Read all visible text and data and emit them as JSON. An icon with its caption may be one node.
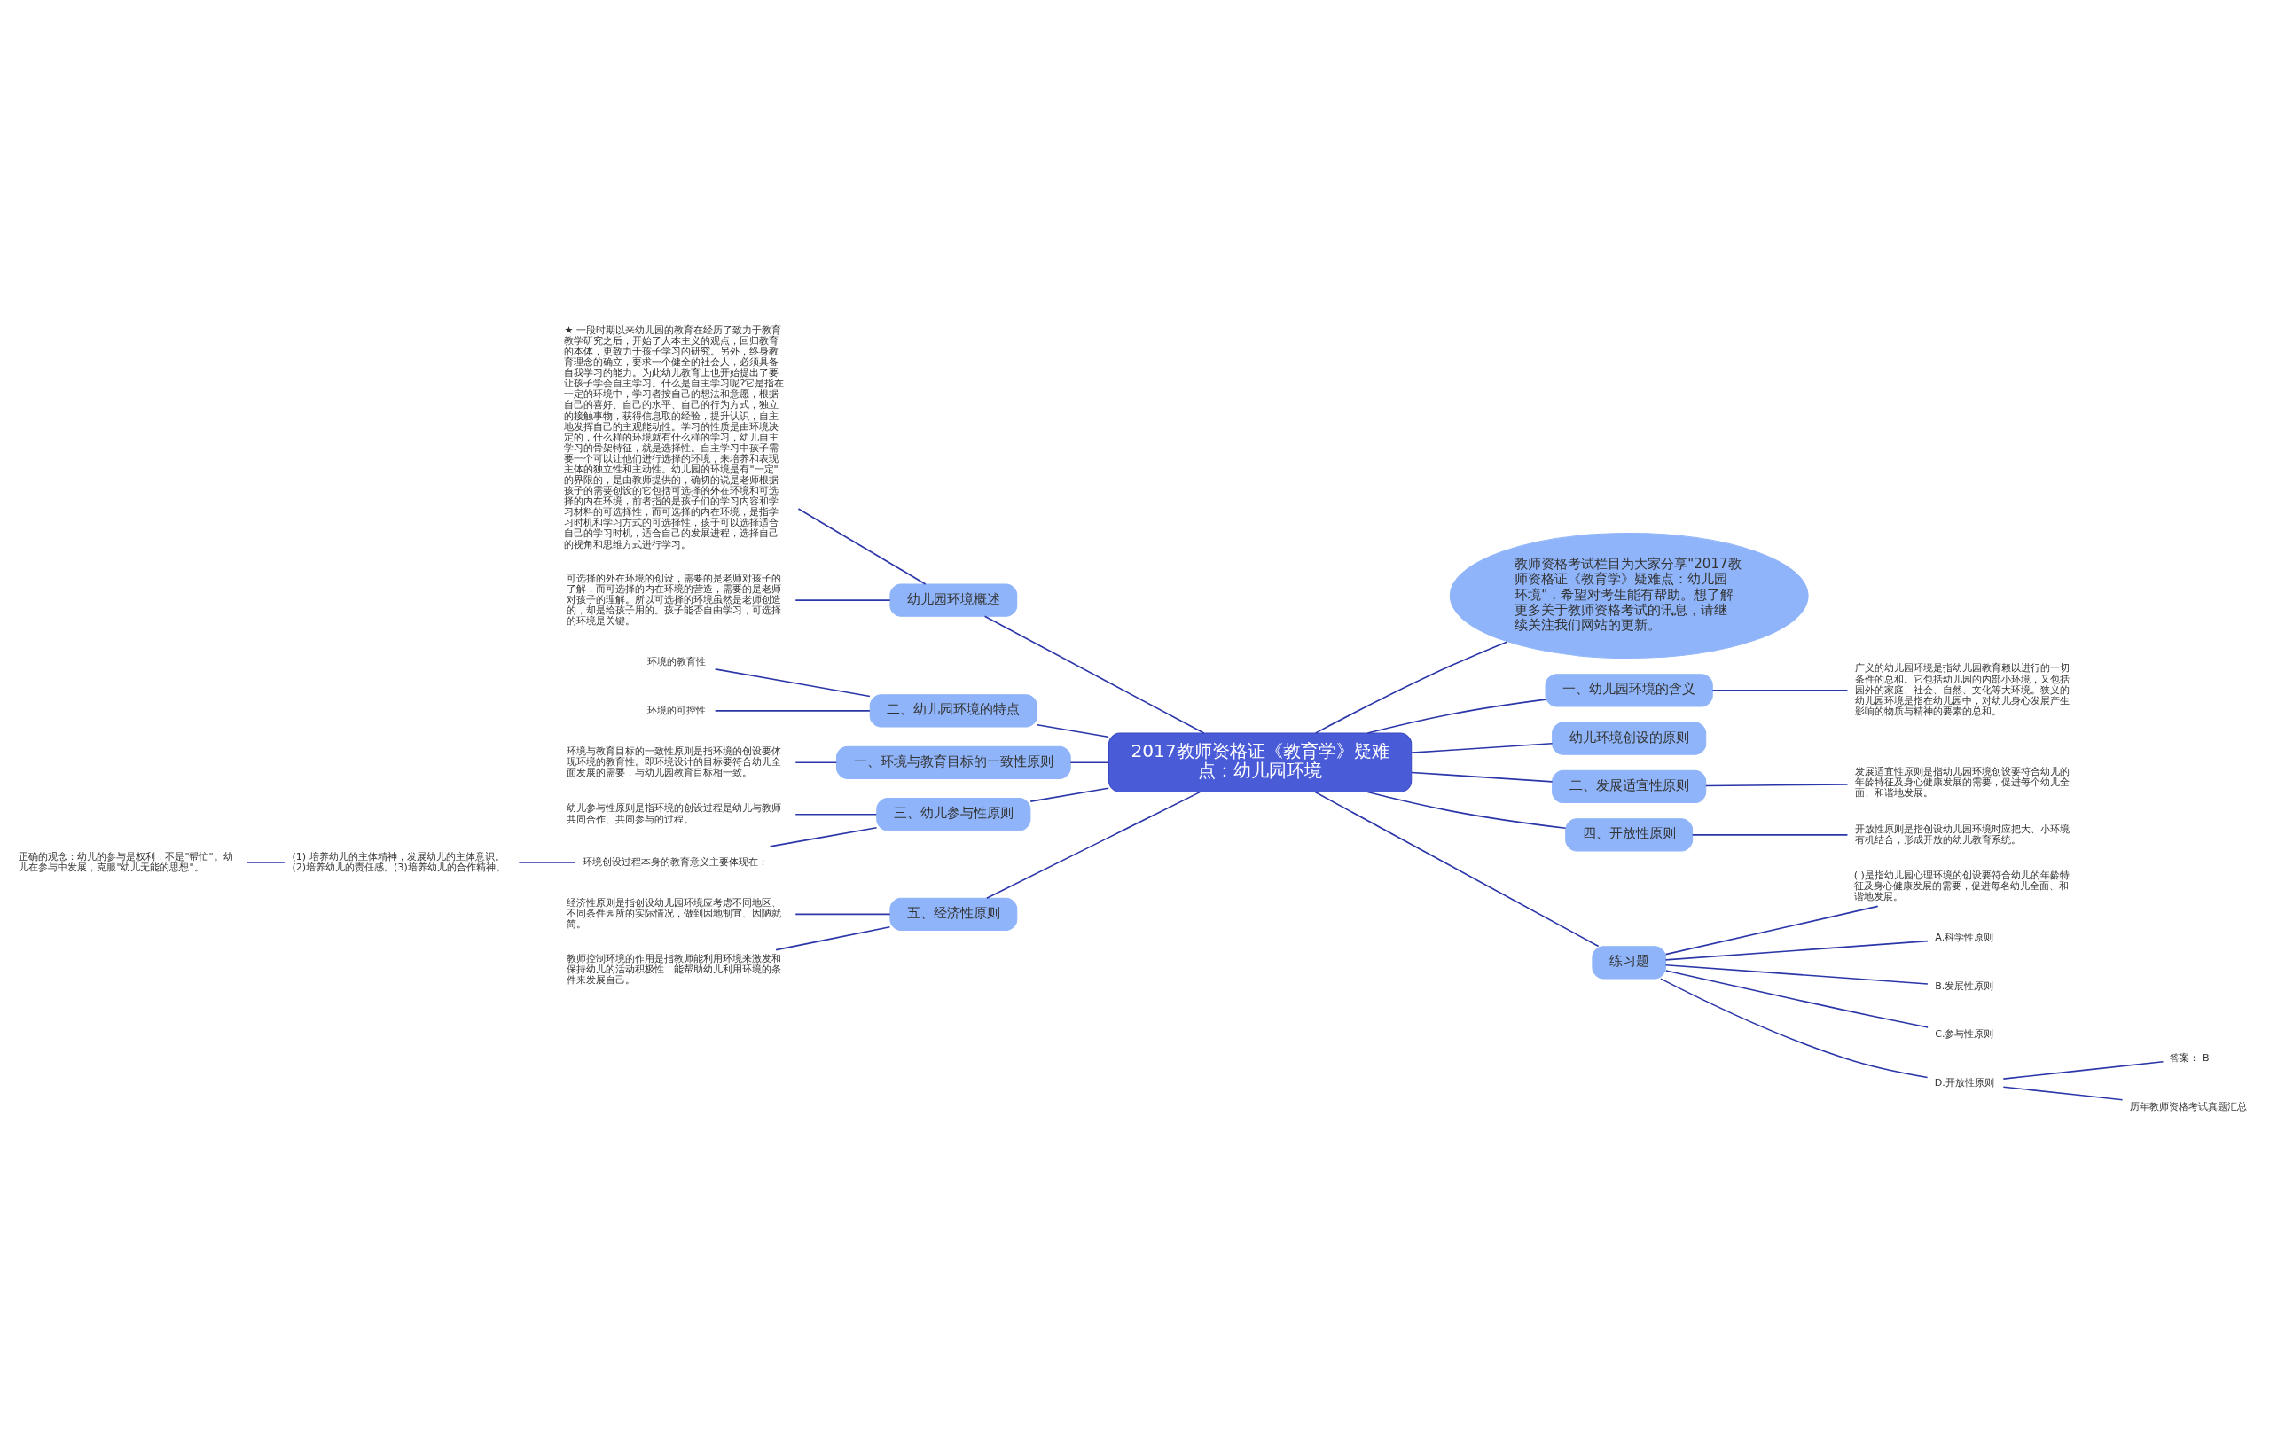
{
  "diagram": {
    "nodes": [
      {
        "text": [
          "2017教师资格证《教育学》疑难点：幼儿园环境"
        ]
      },
      {
        "text": [
          "幼儿园环境概述"
        ]
      },
      {
        "text": [
          "★ 一段时期以来幼儿园的教育在经历了致力于教育教学研究之后，开始了人本主义的观点，回归教育的本体，更致力于孩子学习的研究。另外，终身教育理念的确立，要求一个健全的社会人，必须具备自我学习的能力。为此幼儿教育上也开始提出了要让孩子学会自主学习。什么是自主学习呢?它是指在一定的环境中，学习者按自己的想法和意愿，根据自己的喜好、自己的水平、自己的行为方式，独立的接触事物，获得信息取的经验，提升认识，自主地发挥自己的主观能动性。学习的性质是由环境决定的，什么样的环境就有什么样的学习，幼儿自主学习的骨架特征，就是选择性。自主学习中孩子需要一个可以让他们进行选择的环境，来培养和表现主体的独立性和主动性。幼儿园的环境是有\"一定\"的界限的，是由教师提供的，确切的说是老师根据孩子的需要创设的它包括可选择的外在环境和可选择的内在环境，前者指的是孩子们的学习内容和学习材料的可选择性，而可选择的内在环境，是指学习时机和学习方式的可选择性，孩子可以选择适合自己的学习时机，适合自己的发展进程，选择自己的视角和思维方式进行学习。"
        ]
      },
      {
        "text": [
          "可选择的外在环境的创设，需要的是老师对孩子的了解，而可选择的内在环境的营造，需要的是老师对孩子的理解。所以可选择的环境虽然是老师创造的，却是给孩子用的。孩子能否自由学习，可选择的环境是关键。"
        ]
      },
      {
        "text": [
          "二、幼儿园环境的特点"
        ]
      },
      {
        "text": [
          "环境的教育性"
        ]
      },
      {
        "text": [
          "环境的可控性"
        ]
      },
      {
        "text": [
          "一、环境与教育目标的一致性原则"
        ]
      },
      {
        "text": [
          "环境与教育目标的一致性原则是指环境的创设要体现环境的教育性。即环境设计的目标要符合幼儿全面发展的需要，与幼儿园教育目标相一致。"
        ]
      },
      {
        "text": [
          "三、幼儿参与性原则"
        ]
      },
      {
        "text": [
          "幼儿参与性原则是指环境的创设过程是幼儿与教师共同合作、共同参与的过程。"
        ]
      },
      {
        "text": [
          "环境创设过程本身的教育意义主要体现在："
        ]
      },
      {
        "text": [
          "(1) 培养幼儿的主体精神，发展幼儿的主体意识。(2)培养幼儿的责任感。(3)培养幼儿的合作精神。"
        ]
      },
      {
        "text": [
          "正确的观念：幼儿的参与是权利，不是\"帮忙\"。幼儿在参与中发展，克服\"幼儿无能的思想\"。"
        ]
      },
      {
        "text": [
          "五、经济性原则"
        ]
      },
      {
        "text": [
          "经济性原则是指创设幼儿园环境应考虑不同地区、不同条件园所的实际情况，做到因地制宜、因陋就简。"
        ]
      },
      {
        "text": [
          "教师控制环境的作用是指教师能利用环境来激发和保持幼儿的活动积极性，能帮助幼儿利用环境的条件来发展自己。"
        ]
      },
      {
        "text": [
          "教师资格考试栏目为大家分享\"2017教师资格证《教育学》疑难点：幼儿园环境\"，希望对考生能有帮助。想了解更多关于教师资格考试的讯息，请继续关注我们网站的更新。"
        ]
      },
      {
        "text": [
          "一、幼儿园环境的含义"
        ]
      },
      {
        "text": [
          "广义的幼儿园环境是指幼儿园教育赖以进行的一切条件的总和。它包括幼儿园的内部小环境，又包括园外的家庭、社会、自然、文化等大环境。狭义的幼儿园环境是指在幼儿园中，对幼儿身心发展产生影响的物质与精神的要素的总和。"
        ]
      },
      {
        "text": [
          "幼儿环境创设的原则"
        ]
      },
      {
        "text": [
          "二、发展适宜性原则"
        ]
      },
      {
        "text": [
          "发展适宜性原则是指幼儿园环境创设要符合幼儿的年龄特征及身心健康发展的需要，促进每个幼儿全面、和谐地发展。"
        ]
      },
      {
        "text": [
          "四、开放性原则"
        ]
      },
      {
        "text": [
          "开放性原则是指创设幼儿园环境时应把大、小环境有机结合，形成开放的幼儿教育系统。"
        ]
      },
      {
        "text": [
          "练习题"
        ]
      },
      {
        "text": [
          "( )是指幼儿园心理环境的创设要符合幼儿的年龄特征及身心健康发展的需要，促进每名幼儿全面、和谐地发展。"
        ]
      },
      {
        "text": [
          "A.科学性原则"
        ]
      },
      {
        "text": [
          "B.发展性原则"
        ]
      },
      {
        "text": [
          "C.参与性原则"
        ]
      },
      {
        "text": [
          "D.开放性原则"
        ]
      },
      {
        "text": [
          "答案： B"
        ]
      },
      {
        "text": [
          "历年教师资格考试真题汇总"
        ]
      }
    ],
    "edges": [
      {
        "from": 0,
        "to": 1,
        "arrow": "none"
      },
      {
        "from": 1,
        "to": 2,
        "arrow": "none"
      },
      {
        "from": 1,
        "to": 3,
        "arrow": "none"
      },
      {
        "from": 0,
        "to": 4,
        "arrow": "none"
      },
      {
        "from": 4,
        "to": 5,
        "arrow": "none"
      },
      {
        "from": 4,
        "to": 6,
        "arrow": "none"
      },
      {
        "from": 0,
        "to": 7,
        "arrow": "none"
      },
      {
        "from": 7,
        "to": 8,
        "arrow": "none"
      },
      {
        "from": 0,
        "to": 9,
        "arrow": "none"
      },
      {
        "from": 9,
        "to": 10,
        "arrow": "none"
      },
      {
        "from": 9,
        "to": 11,
        "arrow": "none"
      },
      {
        "from": 11,
        "to": 12,
        "arrow": "none"
      },
      {
        "from": 12,
        "to": 13,
        "arrow": "none"
      },
      {
        "from": 0,
        "to": 14,
        "arrow": "none"
      },
      {
        "from": 14,
        "to": 15,
        "arrow": "none"
      },
      {
        "from": 14,
        "to": 16,
        "arrow": "none"
      },
      {
        "from": 0,
        "to": 17,
        "arrow": "none"
      },
      {
        "from": 0,
        "to": 18,
        "arrow": "none"
      },
      {
        "from": 18,
        "to": 19,
        "arrow": "none"
      },
      {
        "from": 0,
        "to": 20,
        "arrow": "none"
      },
      {
        "from": 0,
        "to": 21,
        "arrow": "none"
      },
      {
        "from": 21,
        "to": 22,
        "arrow": "none"
      },
      {
        "from": 0,
        "to": 23,
        "arrow": "none"
      },
      {
        "from": 23,
        "to": 24,
        "arrow": "none"
      },
      {
        "from": 0,
        "to": 25,
        "arrow": "none"
      },
      {
        "from": 25,
        "to": 26,
        "arrow": "none"
      },
      {
        "from": 25,
        "to": 27,
        "arrow": "none"
      },
      {
        "from": 25,
        "to": 28,
        "arrow": "none"
      },
      {
        "from": 25,
        "to": 29,
        "arrow": "none"
      },
      {
        "from": 25,
        "to": 30,
        "arrow": "none"
      },
      {
        "from": 30,
        "to": 31,
        "arrow": "none"
      },
      {
        "from": 30,
        "to": 32,
        "arrow": "none"
      }
    ]
  }
}
